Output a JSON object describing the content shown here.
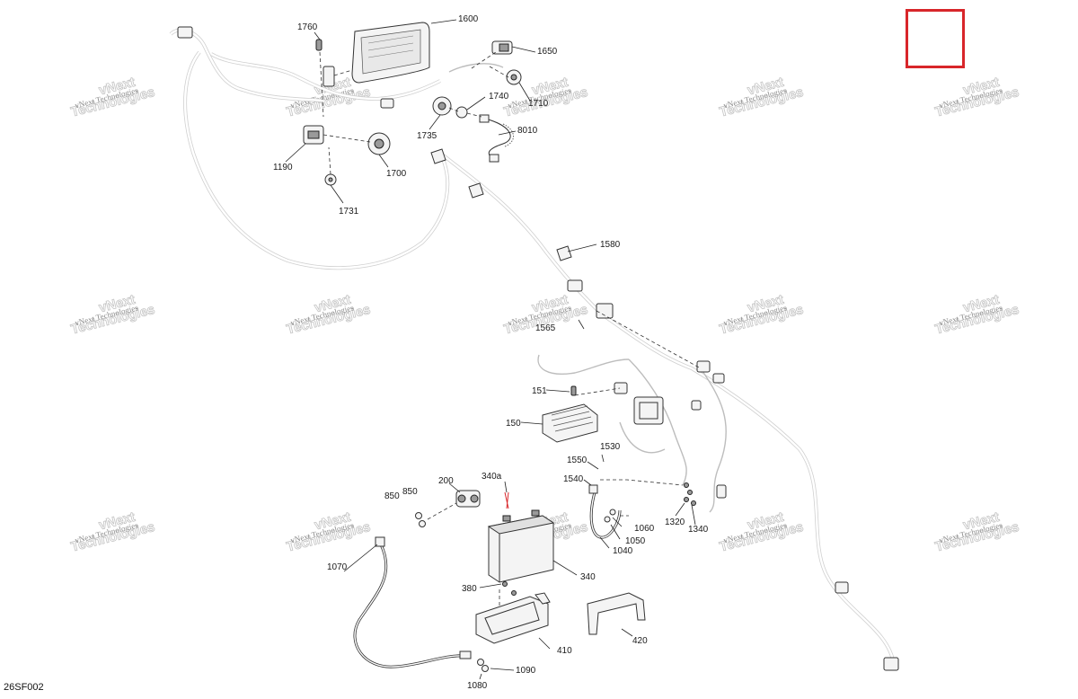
{
  "diagram_code": "26SF002",
  "watermark": {
    "line1": "vNext",
    "line2": "Technologies",
    "line3": "vNext Technologies"
  },
  "parts": [
    {
      "id": "p1600",
      "label": "1600"
    },
    {
      "id": "p1760",
      "label": "1760"
    },
    {
      "id": "p1650",
      "label": "1650"
    },
    {
      "id": "p1740",
      "label": "1740"
    },
    {
      "id": "p1710",
      "label": "1710"
    },
    {
      "id": "p1735",
      "label": "1735"
    },
    {
      "id": "p8010",
      "label": "8010"
    },
    {
      "id": "p1190",
      "label": "1190"
    },
    {
      "id": "p1700",
      "label": "1700"
    },
    {
      "id": "p1731",
      "label": "1731"
    },
    {
      "id": "p1580",
      "label": "1580"
    },
    {
      "id": "p1565",
      "label": "1565"
    },
    {
      "id": "p151",
      "label": "151"
    },
    {
      "id": "p150",
      "label": "150"
    },
    {
      "id": "p1530",
      "label": "1530"
    },
    {
      "id": "p1550",
      "label": "1550"
    },
    {
      "id": "p1540",
      "label": "1540"
    },
    {
      "id": "p200",
      "label": "200"
    },
    {
      "id": "p340a",
      "label": "340a"
    },
    {
      "id": "p850a",
      "label": "850"
    },
    {
      "id": "p850b",
      "label": "850"
    },
    {
      "id": "p1060",
      "label": "1060"
    },
    {
      "id": "p1050",
      "label": "1050"
    },
    {
      "id": "p1040",
      "label": "1040"
    },
    {
      "id": "p1320",
      "label": "1320"
    },
    {
      "id": "p1340",
      "label": "1340"
    },
    {
      "id": "p1070",
      "label": "1070"
    },
    {
      "id": "p340",
      "label": "340"
    },
    {
      "id": "p380",
      "label": "380"
    },
    {
      "id": "p410",
      "label": "410"
    },
    {
      "id": "p420",
      "label": "420"
    },
    {
      "id": "p1090",
      "label": "1090"
    },
    {
      "id": "p1080",
      "label": "1080"
    }
  ]
}
